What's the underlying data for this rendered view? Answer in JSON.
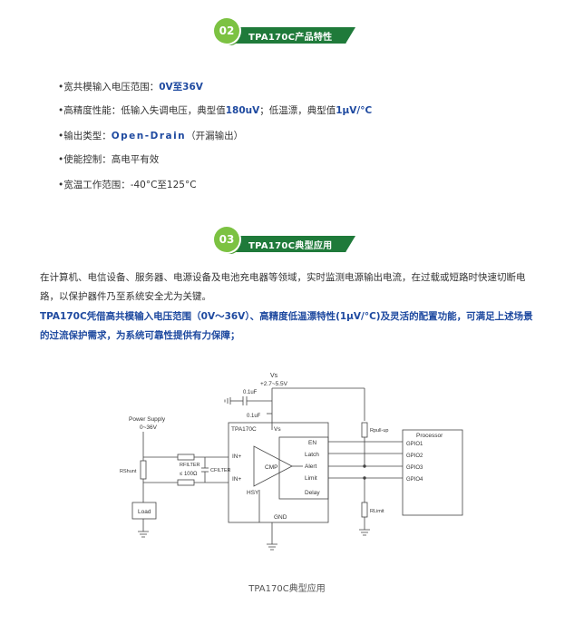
{
  "section1": {
    "number": "02",
    "title": "TPA170C产品特性"
  },
  "features": [
    {
      "label": "•宽共模输入电压范围：",
      "value": "0V至36V",
      "tail": ""
    },
    {
      "label": "•高精度性能：低输入失调电压，典型值",
      "value": "180uV",
      "tail": "；低温漂，典型值",
      "value2": "1μV/°C"
    },
    {
      "label": "•输出类型：",
      "value": "Open-Drain",
      "tail": "（开漏输出）"
    },
    {
      "label": "•使能控制：高电平有效",
      "value": "",
      "tail": ""
    },
    {
      "label": "•宽温工作范围：-40°C至125°C",
      "value": "",
      "tail": ""
    }
  ],
  "section2": {
    "number": "03",
    "title": "TPA170C典型应用"
  },
  "paragraph1": "在计算机、电信设备、服务器、电源设备及电池充电器等领域，实时监测电源输出电流，在过载或短路时快速切断电路，以保护器件乃至系统安全尤为关键。",
  "paragraph2": "TPA170C凭借高共模输入电压范围（0V～36V）、高精度低温漂特性(1μV/°C)及灵活的配置功能，可满足上述场景的过流保护需求，为系统可靠性提供有力保障；",
  "diagram": {
    "vs_label": "Vs",
    "vs_range": "+2.7~5.5V",
    "cap1": "0.1uF",
    "cap2": "0.1uF",
    "power_supply": "Power Supply",
    "supply_range": "0~36V",
    "chip_name": "TPA170C",
    "vs_pin": "Vs",
    "rfilter_top": "RFILTER",
    "rfilter_val": "≤ 100Ω",
    "cfilter": "CFILTER",
    "rshunt": "RShunt",
    "in_plus": "IN+",
    "in_minus": "IN+",
    "hsy": "HSY",
    "cmp": "CMP",
    "en": "EN",
    "latch": "Latch",
    "alert": "Alert",
    "limit": "Limit",
    "delay": "Delay",
    "gnd": "GND",
    "load": "Load",
    "rpullup": "Rpull-up",
    "rlimit": "RLimit",
    "processor": "Processor",
    "gpio1": "GPIO1",
    "gpio2": "GPIO2",
    "gpio3": "GPIO3",
    "gpio4": "GPIO4"
  },
  "caption": "TPA170C典型应用"
}
